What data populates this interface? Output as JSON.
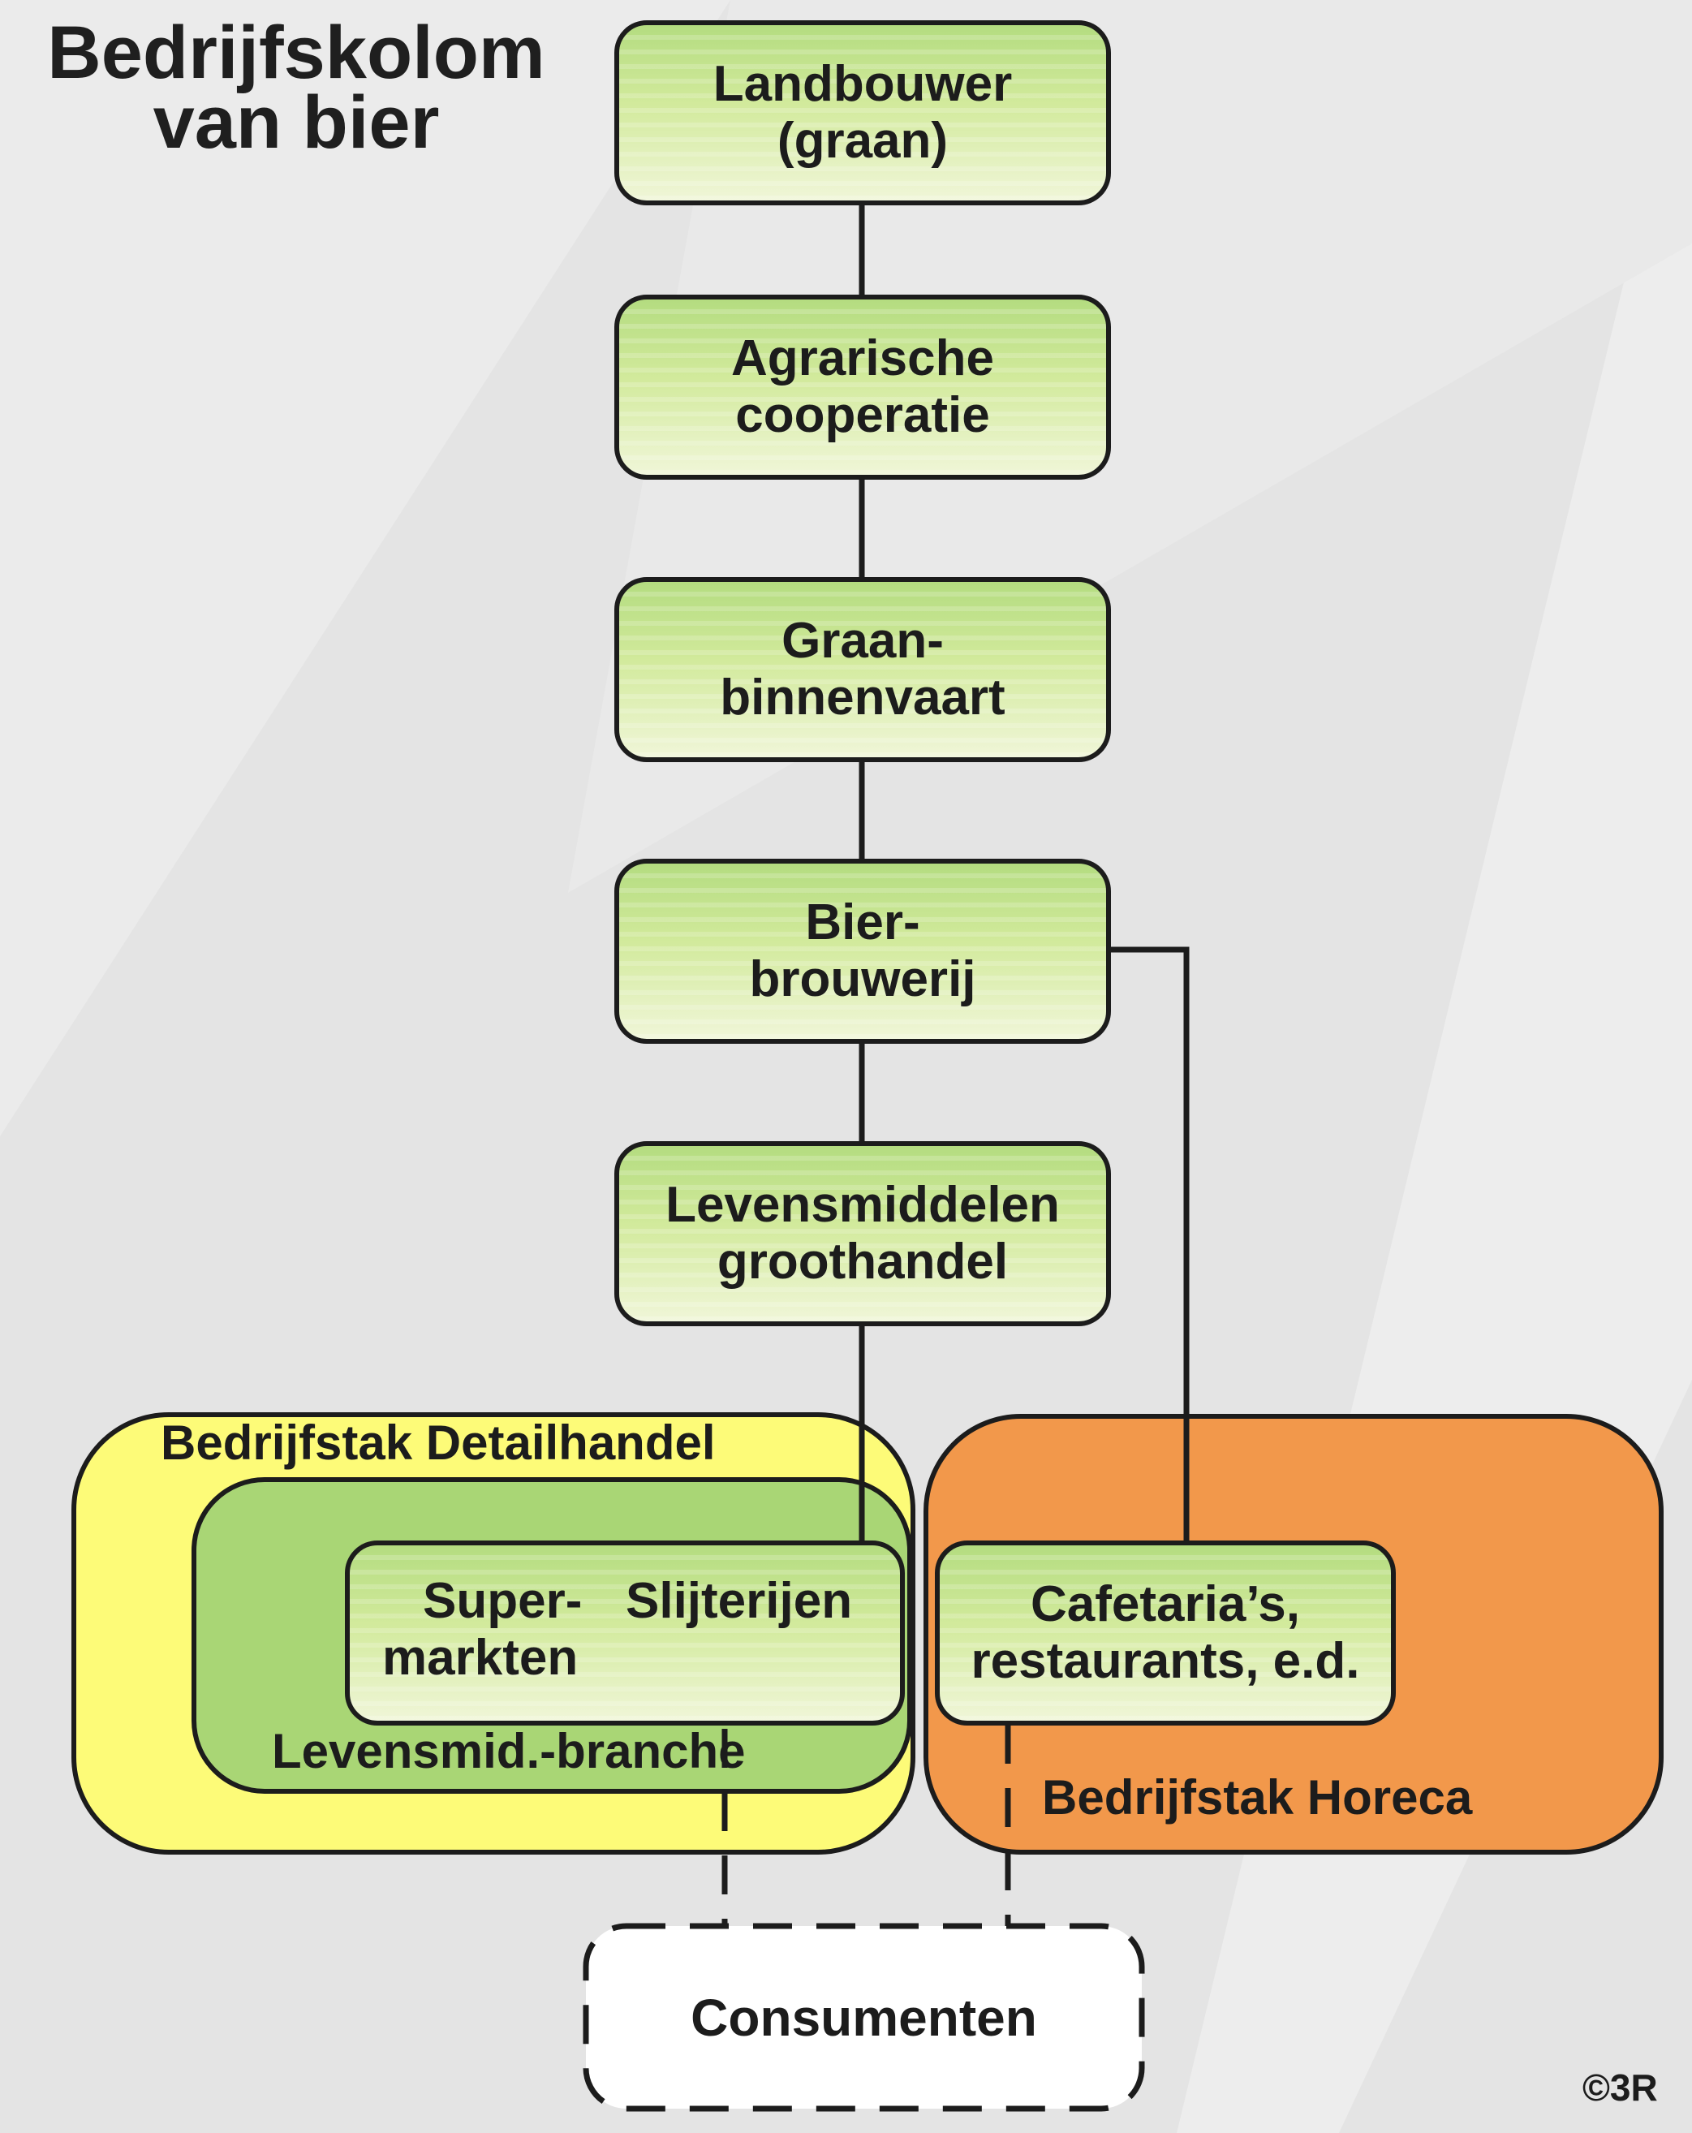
{
  "title": {
    "line1": "Bedrijfskolom",
    "line2": "van bier"
  },
  "chain": {
    "landbouwer": {
      "line1": "Landbouwer",
      "line2": "(graan)"
    },
    "cooperatie": {
      "line1": "Agrarische",
      "line2": "cooperatie"
    },
    "binnenvaart": {
      "line1": "Graan-",
      "line2": "binnenvaart"
    },
    "brouwerij": {
      "line1": "Bier-",
      "line2": "brouwerij"
    },
    "groothandel": {
      "line1": "Levensmiddelen",
      "line2": "groothandel"
    }
  },
  "detailhandel": {
    "label": "Bedrijfstak Detailhandel",
    "branche_label": "Levensmid.-branche",
    "supermarkten": {
      "line1": "Super-",
      "line2": "markten"
    },
    "slijterijen": "Slijterijen"
  },
  "horeca": {
    "label": "Bedrijfstak Horeca",
    "cafetaria": {
      "line1": "Cafetaria’s,",
      "line2": "restaurants, e.d."
    }
  },
  "consumenten": "Consumenten",
  "copyright": "©3R",
  "colors": {
    "chain_box_top": "#b4dc80",
    "chain_box_bottom": "#f0f6d8",
    "detailhandel_fill": "#fdfb78",
    "branche_fill": "#a9d675",
    "horeca_fill": "#f2984b",
    "line": "#1c1c1c"
  }
}
